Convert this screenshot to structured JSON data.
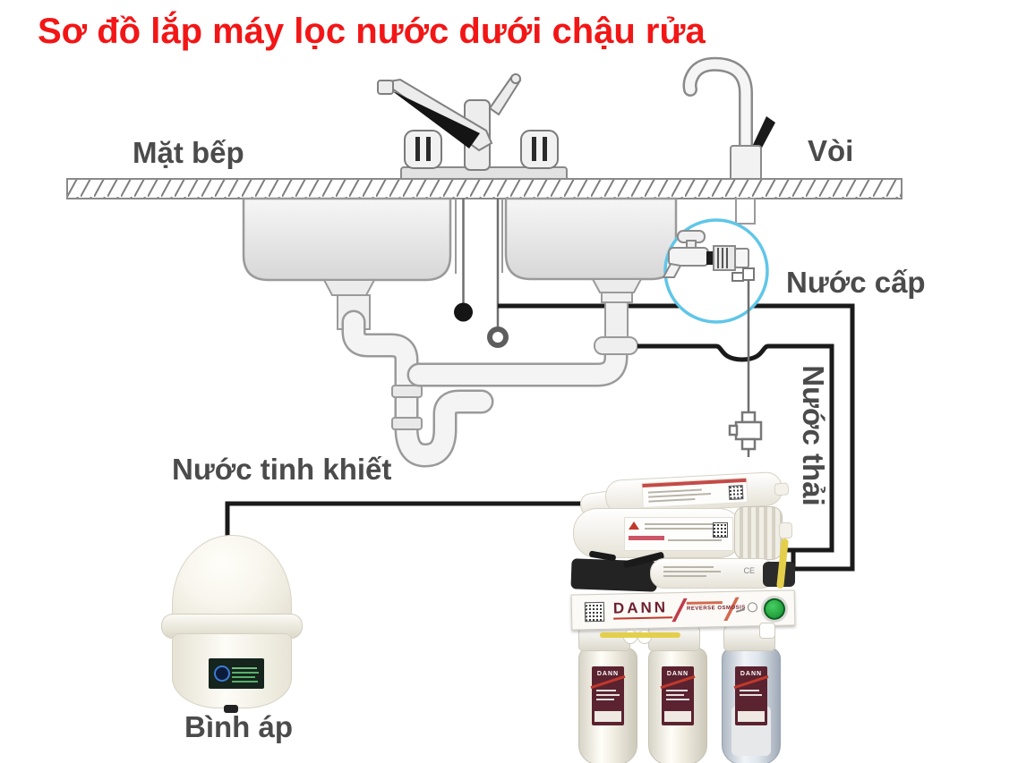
{
  "title": {
    "text": "Sơ đồ lắp máy lọc nước dưới chậu rửa",
    "color": "#f21616"
  },
  "diagram": {
    "labels": {
      "counter": "Mặt bếp",
      "tap": "Vòi",
      "supply_water": "Nước cấp",
      "waste_water": "Nước thải",
      "pure_water": "Nước tinh khiết",
      "pressure_tank": "Bình áp"
    },
    "colors": {
      "highlight_circle": "#5fc6e8",
      "routing_line": "#1a1a1a",
      "pipe_outline": "#999999"
    }
  },
  "filter_unit": {
    "brand": "DANN",
    "system_type": "REVERSE OSMOSIS",
    "ce_mark": "CE",
    "colors": {
      "tube_yellow": "#e3cf4a",
      "button_green": "#1fb03c",
      "label_maroon": "#5b2230"
    }
  }
}
